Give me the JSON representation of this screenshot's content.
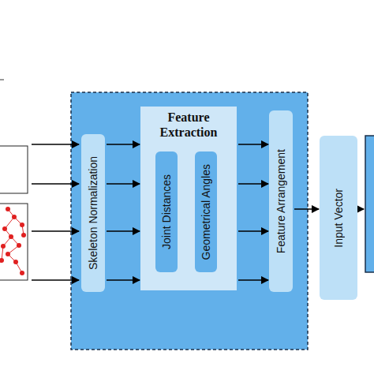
{
  "diagram": {
    "nodes": [
      {
        "text": [
          "Skeleton Normalization"
        ]
      },
      {
        "text": [
          "Feature Extraction"
        ]
      },
      {
        "text": [
          "Joint Distances"
        ],
        "in": 1
      },
      {
        "text": [
          "Geometrical Angles"
        ],
        "in": 1
      },
      {
        "text": [
          "Feature Arrangement"
        ]
      },
      {
        "text": [
          "Input Vector"
        ]
      }
    ],
    "edges": [
      {
        "from": 0,
        "to": 1,
        "arrow": "to"
      },
      {
        "from": 0,
        "to": 1,
        "arrow": "to"
      },
      {
        "from": 0,
        "to": 1,
        "arrow": "to"
      },
      {
        "from": 0,
        "to": 1,
        "arrow": "to"
      },
      {
        "from": 1,
        "to": 4,
        "arrow": "to"
      },
      {
        "from": 1,
        "to": 4,
        "arrow": "to"
      },
      {
        "from": 1,
        "to": 4,
        "arrow": "to"
      },
      {
        "from": 1,
        "to": 4,
        "arrow": "to"
      },
      {
        "from": 4,
        "to": 5,
        "arrow": "to"
      }
    ]
  }
}
